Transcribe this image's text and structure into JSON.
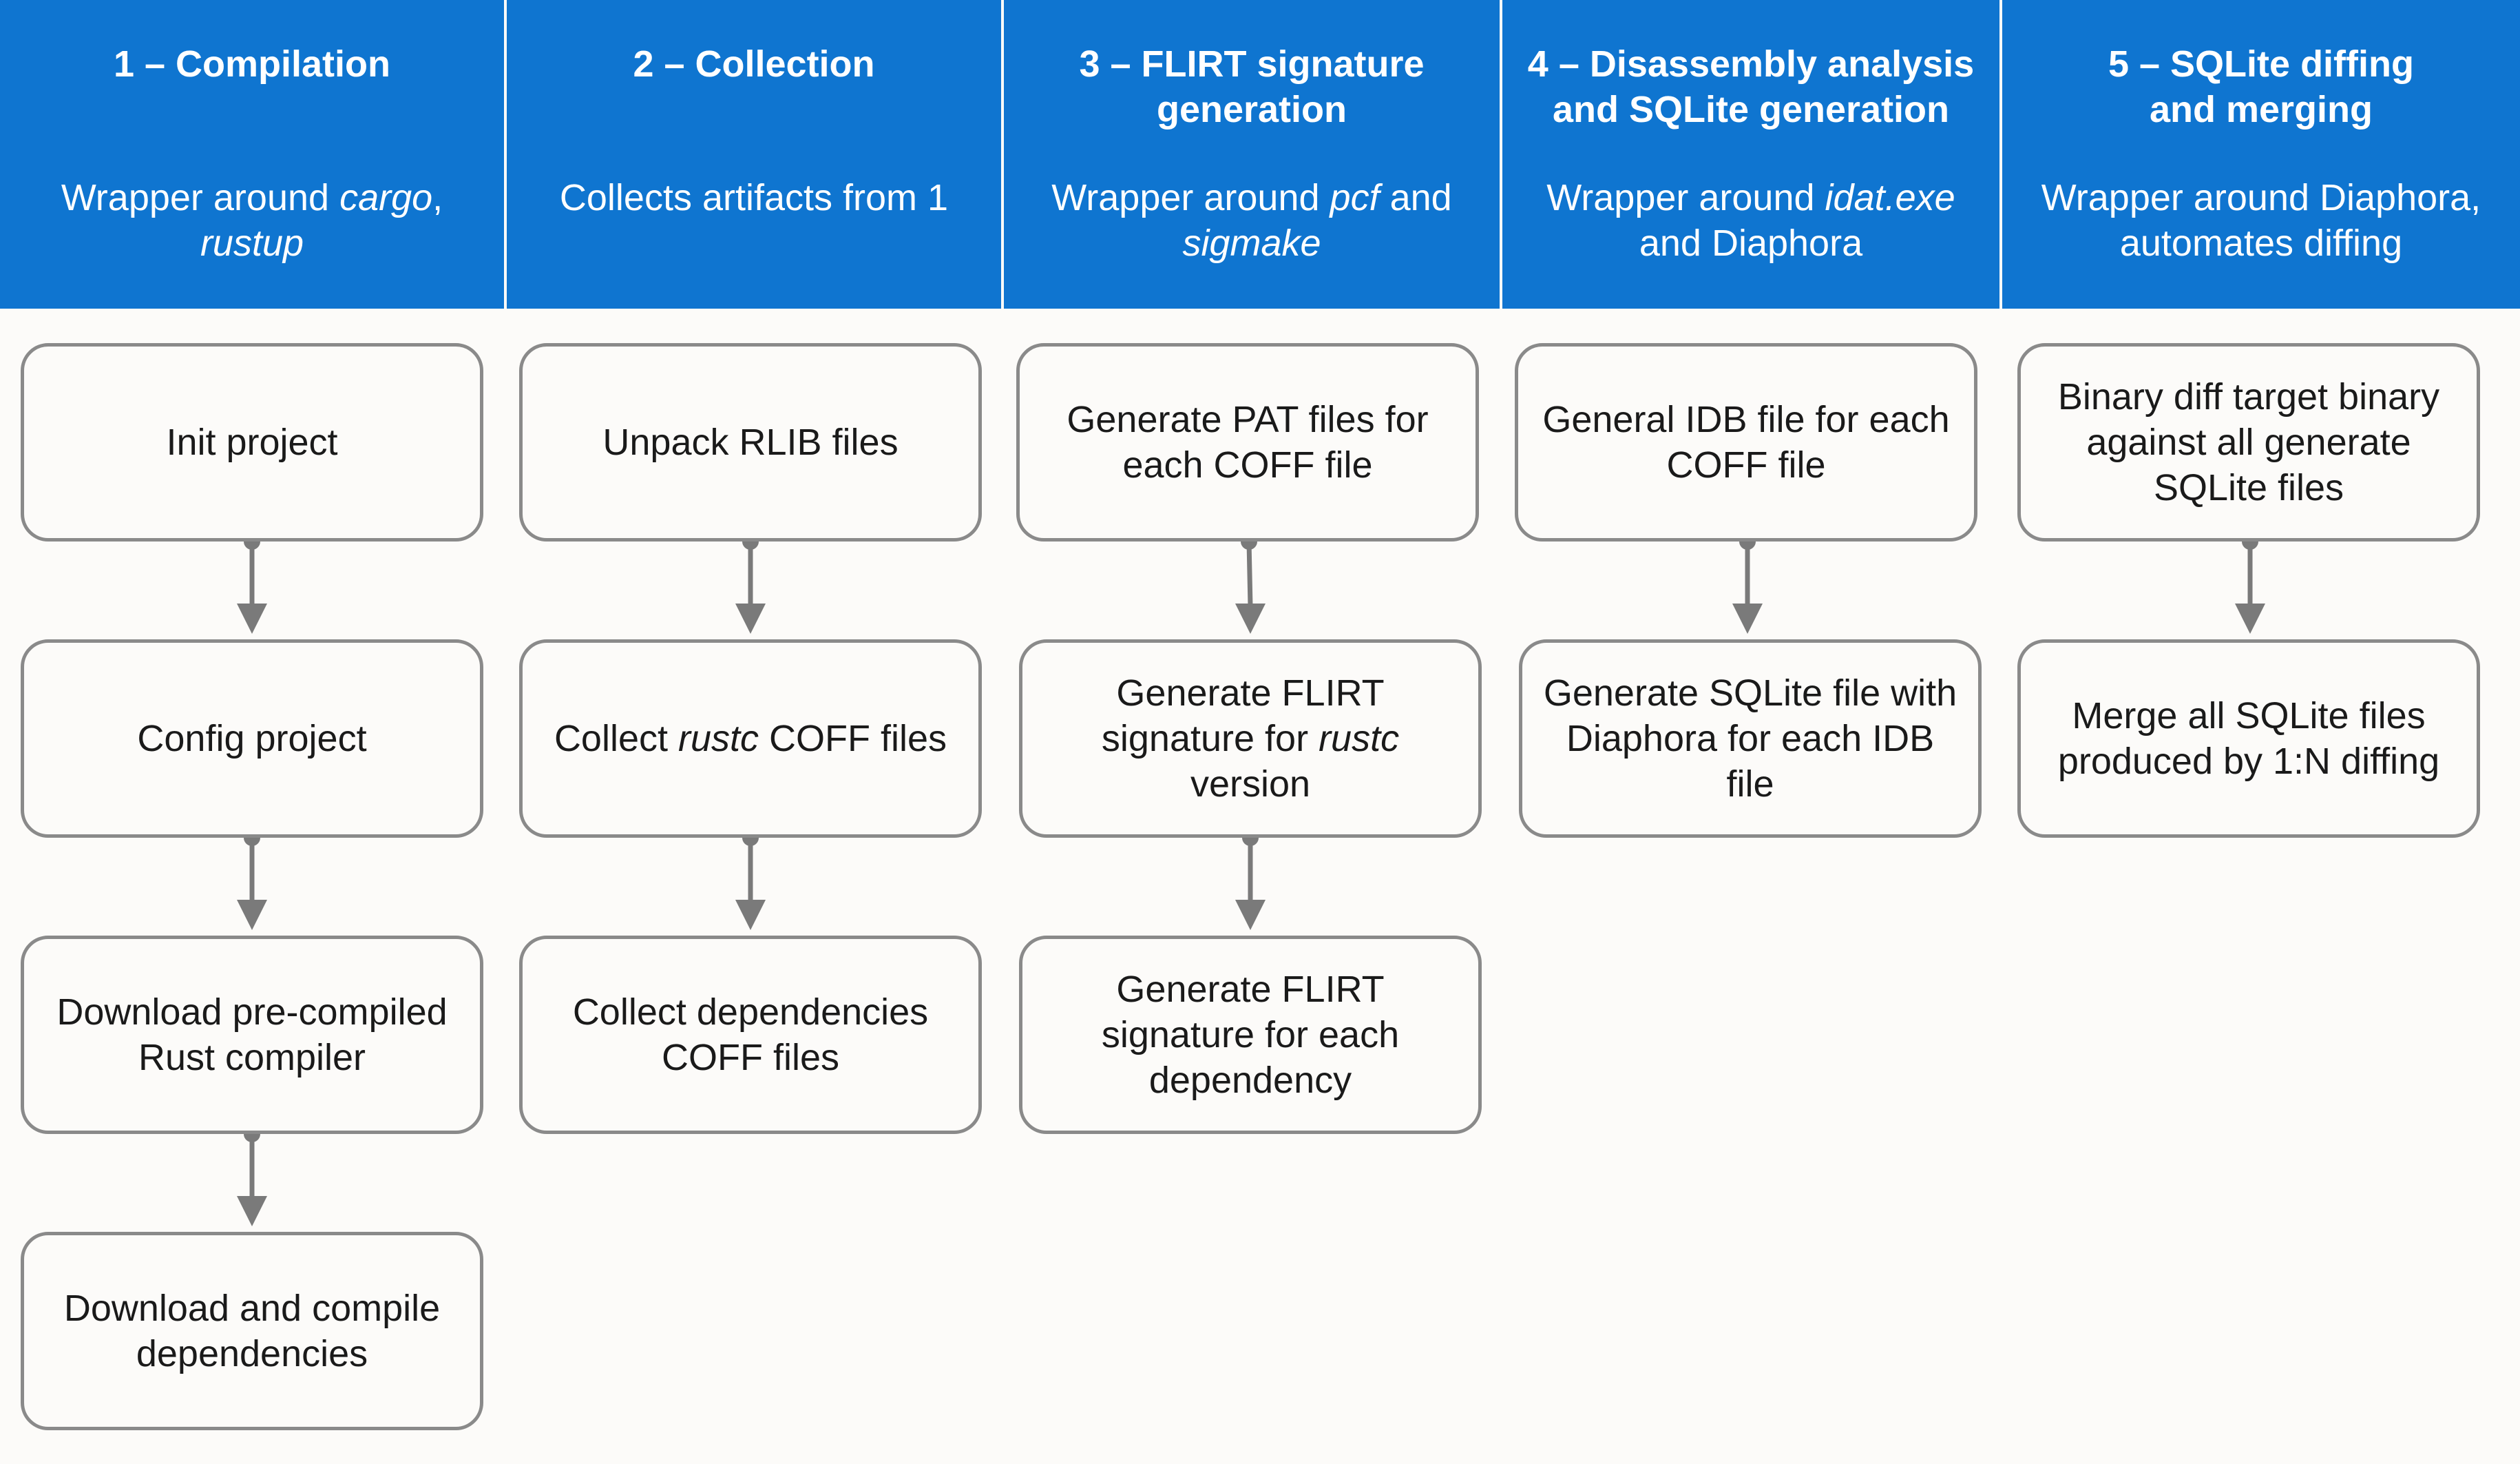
{
  "columns": [
    {
      "title": "1 – Compilation",
      "subtitle_parts": [
        "Wrapper around ",
        "cargo",
        ", ",
        "rustup"
      ],
      "steps": [
        {
          "parts": [
            "Init project"
          ]
        },
        {
          "parts": [
            "Config project"
          ]
        },
        {
          "parts": [
            "Download pre-compiled Rust compiler"
          ]
        },
        {
          "parts": [
            "Download and compile dependencies"
          ]
        }
      ]
    },
    {
      "title": "2 – Collection",
      "subtitle_parts": [
        "Collects artifacts from 1"
      ],
      "steps": [
        {
          "parts": [
            "Unpack RLIB files"
          ]
        },
        {
          "parts": [
            "Collect ",
            "rustc",
            " COFF files"
          ]
        },
        {
          "parts": [
            "Collect dependencies COFF files"
          ]
        }
      ]
    },
    {
      "title": "3 – FLIRT signature generation",
      "subtitle_parts": [
        "Wrapper around ",
        "pcf",
        " and ",
        "sigmake"
      ],
      "steps": [
        {
          "parts": [
            "Generate PAT files for each COFF file"
          ]
        },
        {
          "parts": [
            "Generate FLIRT signature for ",
            "rustc",
            " version"
          ]
        },
        {
          "parts": [
            "Generate FLIRT signature for each dependency"
          ]
        }
      ]
    },
    {
      "title": "4 – Disassembly analysis and SQLite generation",
      "subtitle_parts": [
        "Wrapper around ",
        "idat.exe",
        " and Diaphora"
      ],
      "steps": [
        {
          "parts": [
            "General IDB file for each COFF file"
          ]
        },
        {
          "parts": [
            "Generate SQLite file with Diaphora for each IDB file"
          ]
        }
      ]
    },
    {
      "title": "5 – SQLite diffing and merging",
      "subtitle_parts": [
        "Wrapper around Diaphora, automates diffing"
      ],
      "steps": [
        {
          "parts": [
            "Binary diff target binary against all generate SQLite files"
          ]
        },
        {
          "parts": [
            "Merge all SQLite files produced by 1:N diffing"
          ]
        }
      ]
    }
  ],
  "colors": {
    "header_bg": "#0f75d0",
    "header_text": "#ffffff",
    "box_border": "#8a8a8a",
    "arrow": "#7a7a7a",
    "background": "#fcfbf9"
  }
}
